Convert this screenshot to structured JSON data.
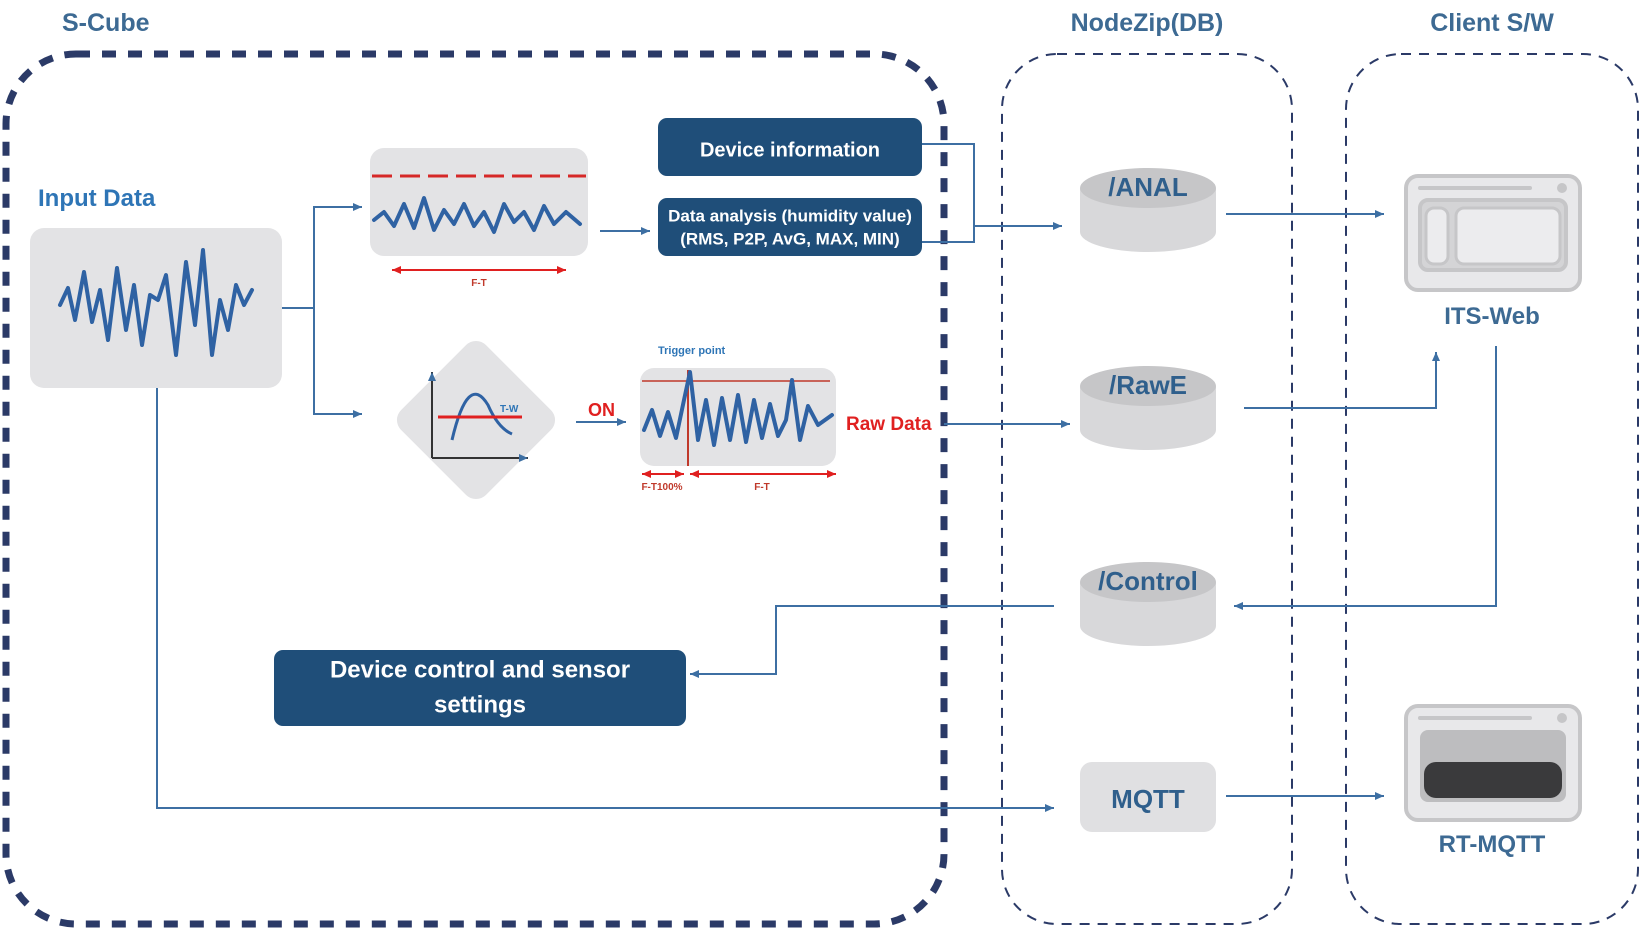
{
  "sections": {
    "scube": "S-Cube",
    "nodezip": "NodeZip(DB)",
    "client": "Client S/W"
  },
  "input_data": "Input Data",
  "boxes": {
    "device_info": "Device information",
    "analysis_line1": "Data analysis (humidity value)",
    "analysis_line2": "(RMS, P2P, AvG, MAX, MIN)",
    "control_line1": "Device control and sensor",
    "control_line2": "settings"
  },
  "labels": {
    "ft": "F-T",
    "tw": "T-W",
    "on": "ON",
    "trigger_point": "Trigger point",
    "raw_data": "Raw Data",
    "ft100": "F-T100%",
    "ft2": "F-T"
  },
  "db": {
    "anal": "/ANAL",
    "rawe": "/RawE",
    "control": "/Control",
    "mqtt": "MQTT"
  },
  "apps": {
    "its_web": "ITS-Web",
    "rt_mqtt": "RT-MQTT"
  },
  "colors": {
    "dark_box": "#1f4e79",
    "wave": "#2f62a3",
    "red": "#e02020"
  }
}
